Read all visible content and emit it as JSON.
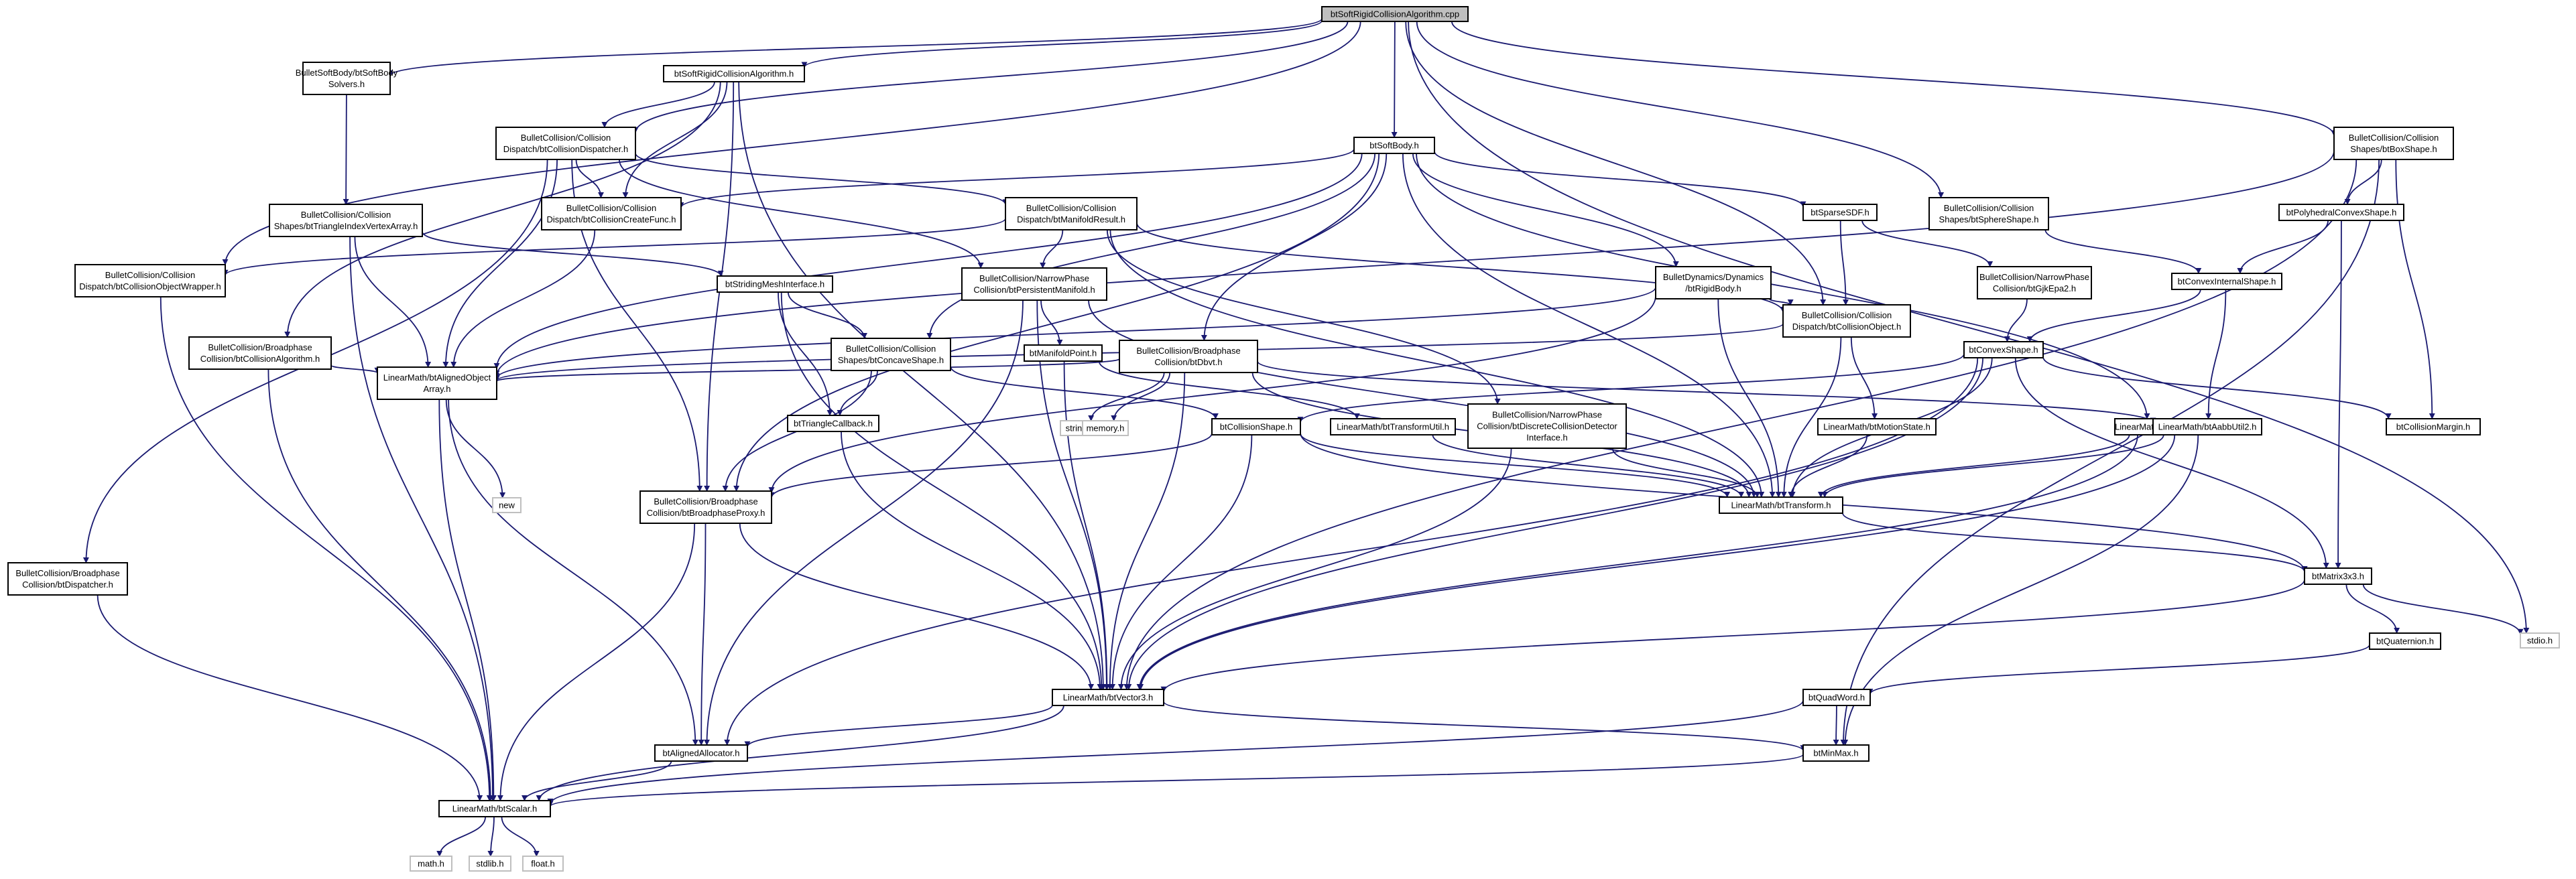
{
  "graph": {
    "root": "btSoftRigidCollisionAlgorithm.cpp",
    "edge_color": "#191970",
    "root_fill": "#bfbfbf",
    "system_header_border": "#bfbfbf",
    "nodes": [
      {
        "id": "root",
        "lines": [
          "btSoftRigidCollisionAlgorithm.cpp"
        ],
        "kind": "root"
      },
      {
        "id": "softBodySolvers",
        "lines": [
          "BulletSoftBody/btSoftBody",
          "Solvers.h"
        ]
      },
      {
        "id": "softRigidAlgoH",
        "lines": [
          "btSoftRigidCollisionAlgorithm.h"
        ]
      },
      {
        "id": "softBody",
        "lines": [
          "btSoftBody.h"
        ]
      },
      {
        "id": "sphereShape",
        "lines": [
          "BulletCollision/Collision",
          "Shapes/btSphereShape.h"
        ]
      },
      {
        "id": "boxShape",
        "lines": [
          "BulletCollision/Collision",
          "Shapes/btBoxShape.h"
        ]
      },
      {
        "id": "objWrapper",
        "lines": [
          "BulletCollision/Collision",
          "Dispatch/btCollisionObjectWrapper.h"
        ]
      },
      {
        "id": "collDispatcher",
        "lines": [
          "BulletCollision/Collision",
          "Dispatch/btCollisionDispatcher.h"
        ]
      },
      {
        "id": "triIndexArray",
        "lines": [
          "BulletCollision/Collision",
          "Shapes/btTriangleIndexVertexArray.h"
        ]
      },
      {
        "id": "createFunc",
        "lines": [
          "BulletCollision/Collision",
          "Dispatch/btCollisionCreateFunc.h"
        ]
      },
      {
        "id": "manifoldResult",
        "lines": [
          "BulletCollision/Collision",
          "Dispatch/btManifoldResult.h"
        ]
      },
      {
        "id": "sparseSDF",
        "lines": [
          "btSparseSDF.h"
        ]
      },
      {
        "id": "polyConvex",
        "lines": [
          "btPolyhedralConvexShape.h"
        ]
      },
      {
        "id": "stridingMesh",
        "lines": [
          "btStridingMeshInterface.h"
        ]
      },
      {
        "id": "persistentManifold",
        "lines": [
          "BulletCollision/NarrowPhase",
          "Collision/btPersistentManifold.h"
        ]
      },
      {
        "id": "rigidBody",
        "lines": [
          "BulletDynamics/Dynamics",
          "/btRigidBody.h"
        ]
      },
      {
        "id": "gjkEpa2",
        "lines": [
          "BulletCollision/NarrowPhase",
          "Collision/btGjkEpa2.h"
        ]
      },
      {
        "id": "convexInternal",
        "lines": [
          "btConvexInternalShape.h"
        ]
      },
      {
        "id": "bpCollAlgo",
        "lines": [
          "BulletCollision/Broadphase",
          "Collision/btCollisionAlgorithm.h"
        ]
      },
      {
        "id": "concaveShape",
        "lines": [
          "BulletCollision/Collision",
          "Shapes/btConcaveShape.h"
        ]
      },
      {
        "id": "manifoldPoint",
        "lines": [
          "btManifoldPoint.h"
        ]
      },
      {
        "id": "dbvt",
        "lines": [
          "BulletCollision/Broadphase",
          "Collision/btDbvt.h"
        ]
      },
      {
        "id": "collObject",
        "lines": [
          "BulletCollision/Collision",
          "Dispatch/btCollisionObject.h"
        ]
      },
      {
        "id": "convexShape",
        "lines": [
          "btConvexShape.h"
        ]
      },
      {
        "id": "alignedObjArray",
        "lines": [
          "LinearMath/btAlignedObject",
          "Array.h"
        ]
      },
      {
        "id": "triCallback",
        "lines": [
          "btTriangleCallback.h"
        ]
      },
      {
        "id": "stringH",
        "lines": [
          "string.h"
        ],
        "kind": "system"
      },
      {
        "id": "memoryH",
        "lines": [
          "memory.h"
        ],
        "kind": "system"
      },
      {
        "id": "collShape",
        "lines": [
          "btCollisionShape.h"
        ]
      },
      {
        "id": "transformUtil",
        "lines": [
          "LinearMath/btTransformUtil.h"
        ]
      },
      {
        "id": "discreteDetector",
        "lines": [
          "BulletCollision/NarrowPhase",
          "Collision/btDiscreteCollisionDetector",
          "Interface.h"
        ]
      },
      {
        "id": "motionState",
        "lines": [
          "LinearMath/btMotionState.h"
        ]
      },
      {
        "id": "debugDraw",
        "lines": [
          "LinearMath/btIDebugDraw.h"
        ]
      },
      {
        "id": "aabbUtil",
        "lines": [
          "LinearMath/btAabbUtil2.h"
        ]
      },
      {
        "id": "collMargin",
        "lines": [
          "btCollisionMargin.h"
        ]
      },
      {
        "id": "newH",
        "lines": [
          "new"
        ],
        "kind": "system"
      },
      {
        "id": "bpProxy",
        "lines": [
          "BulletCollision/Broadphase",
          "Collision/btBroadphaseProxy.h"
        ]
      },
      {
        "id": "transformH",
        "lines": [
          "LinearMath/btTransform.h"
        ]
      },
      {
        "id": "bpDispatcher",
        "lines": [
          "BulletCollision/Broadphase",
          "Collision/btDispatcher.h"
        ]
      },
      {
        "id": "matrix3x3",
        "lines": [
          "btMatrix3x3.h"
        ]
      },
      {
        "id": "stdioH",
        "lines": [
          "stdio.h"
        ],
        "kind": "system"
      },
      {
        "id": "quaternion",
        "lines": [
          "btQuaternion.h"
        ]
      },
      {
        "id": "vector3",
        "lines": [
          "LinearMath/btVector3.h"
        ]
      },
      {
        "id": "quadWord",
        "lines": [
          "btQuadWord.h"
        ]
      },
      {
        "id": "alignedAlloc",
        "lines": [
          "btAlignedAllocator.h"
        ]
      },
      {
        "id": "minMax",
        "lines": [
          "btMinMax.h"
        ]
      },
      {
        "id": "scalar",
        "lines": [
          "LinearMath/btScalar.h"
        ]
      },
      {
        "id": "mathH",
        "lines": [
          "math.h"
        ],
        "kind": "system"
      },
      {
        "id": "stdlibH",
        "lines": [
          "stdlib.h"
        ],
        "kind": "system"
      },
      {
        "id": "floatH",
        "lines": [
          "float.h"
        ],
        "kind": "system"
      }
    ],
    "edges": [
      [
        "root",
        "softBodySolvers"
      ],
      [
        "root",
        "softRigidAlgoH"
      ],
      [
        "root",
        "softBody"
      ],
      [
        "root",
        "sphereShape"
      ],
      [
        "root",
        "boxShape"
      ],
      [
        "root",
        "objWrapper"
      ],
      [
        "root",
        "collDispatcher"
      ],
      [
        "root",
        "stdioH"
      ],
      [
        "root",
        "collObject"
      ],
      [
        "softBodySolvers",
        "triIndexArray"
      ],
      [
        "softRigidAlgoH",
        "collDispatcher"
      ],
      [
        "softRigidAlgoH",
        "createFunc"
      ],
      [
        "softRigidAlgoH",
        "bpCollAlgo"
      ],
      [
        "softRigidAlgoH",
        "bpProxy"
      ],
      [
        "softRigidAlgoH",
        "vector3"
      ],
      [
        "collDispatcher",
        "createFunc"
      ],
      [
        "collDispatcher",
        "alignedObjArray"
      ],
      [
        "collDispatcher",
        "bpDispatcher"
      ],
      [
        "collDispatcher",
        "bpProxy"
      ],
      [
        "collDispatcher",
        "manifoldResult"
      ],
      [
        "collDispatcher",
        "persistentManifold"
      ],
      [
        "softBody",
        "createFunc"
      ],
      [
        "softBody",
        "alignedObjArray"
      ],
      [
        "softBody",
        "sparseSDF"
      ],
      [
        "softBody",
        "rigidBody"
      ],
      [
        "softBody",
        "dbvt"
      ],
      [
        "softBody",
        "concaveShape"
      ],
      [
        "softBody",
        "debugDraw"
      ],
      [
        "softBody",
        "transformH"
      ],
      [
        "softBody",
        "bpProxy"
      ],
      [
        "triIndexArray",
        "stridingMesh"
      ],
      [
        "triIndexArray",
        "alignedObjArray"
      ],
      [
        "triIndexArray",
        "scalar"
      ],
      [
        "createFunc",
        "alignedObjArray"
      ],
      [
        "manifoldResult",
        "persistentManifold"
      ],
      [
        "manifoldResult",
        "collObject"
      ],
      [
        "manifoldResult",
        "discreteDetector"
      ],
      [
        "manifoldResult",
        "objWrapper"
      ],
      [
        "manifoldResult",
        "transformH"
      ],
      [
        "sparseSDF",
        "collObject"
      ],
      [
        "sparseSDF",
        "gjkEpa2"
      ],
      [
        "sphereShape",
        "convexInternal"
      ],
      [
        "boxShape",
        "polyConvex"
      ],
      [
        "boxShape",
        "collMargin"
      ],
      [
        "boxShape",
        "vector3"
      ],
      [
        "boxShape",
        "minMax"
      ],
      [
        "boxShape",
        "alignedObjArray"
      ],
      [
        "polyConvex",
        "convexInternal"
      ],
      [
        "polyConvex",
        "matrix3x3"
      ],
      [
        "convexInternal",
        "convexShape"
      ],
      [
        "convexInternal",
        "aabbUtil"
      ],
      [
        "gjkEpa2",
        "convexShape"
      ],
      [
        "convexShape",
        "collShape"
      ],
      [
        "convexShape",
        "collMargin"
      ],
      [
        "convexShape",
        "transformH"
      ],
      [
        "convexShape",
        "matrix3x3"
      ],
      [
        "convexShape",
        "vector3"
      ],
      [
        "convexShape",
        "alignedAlloc"
      ],
      [
        "stridingMesh",
        "triCallback"
      ],
      [
        "stridingMesh",
        "concaveShape"
      ],
      [
        "stridingMesh",
        "vector3"
      ],
      [
        "persistentManifold",
        "manifoldPoint"
      ],
      [
        "persistentManifold",
        "vector3"
      ],
      [
        "persistentManifold",
        "transformH"
      ],
      [
        "persistentManifold",
        "alignedAlloc"
      ],
      [
        "rigidBody",
        "collObject"
      ],
      [
        "rigidBody",
        "transformH"
      ],
      [
        "rigidBody",
        "alignedObjArray"
      ],
      [
        "rigidBody",
        "bpProxy"
      ],
      [
        "concaveShape",
        "triCallback"
      ],
      [
        "concaveShape",
        "collShape"
      ],
      [
        "concaveShape",
        "bpProxy"
      ],
      [
        "manifoldPoint",
        "vector3"
      ],
      [
        "manifoldPoint",
        "transformUtil"
      ],
      [
        "dbvt",
        "alignedObjArray"
      ],
      [
        "dbvt",
        "vector3"
      ],
      [
        "dbvt",
        "transformH"
      ],
      [
        "dbvt",
        "aabbUtil"
      ],
      [
        "dbvt",
        "stringH"
      ],
      [
        "dbvt",
        "memoryH"
      ],
      [
        "collObject",
        "transformH"
      ],
      [
        "collObject",
        "motionState"
      ],
      [
        "collObject",
        "alignedObjArray"
      ],
      [
        "objWrapper",
        "scalar"
      ],
      [
        "bpCollAlgo",
        "alignedObjArray"
      ],
      [
        "bpCollAlgo",
        "scalar"
      ],
      [
        "alignedObjArray",
        "newH"
      ],
      [
        "alignedObjArray",
        "alignedAlloc"
      ],
      [
        "alignedObjArray",
        "scalar"
      ],
      [
        "triCallback",
        "vector3"
      ],
      [
        "collShape",
        "transformH"
      ],
      [
        "collShape",
        "vector3"
      ],
      [
        "collShape",
        "matrix3x3"
      ],
      [
        "collShape",
        "bpProxy"
      ],
      [
        "transformUtil",
        "transformH"
      ],
      [
        "discreteDetector",
        "transformH"
      ],
      [
        "discreteDetector",
        "vector3"
      ],
      [
        "motionState",
        "transformH"
      ],
      [
        "debugDraw",
        "transformH"
      ],
      [
        "debugDraw",
        "vector3"
      ],
      [
        "aabbUtil",
        "transformH"
      ],
      [
        "aabbUtil",
        "vector3"
      ],
      [
        "aabbUtil",
        "minMax"
      ],
      [
        "bpProxy",
        "vector3"
      ],
      [
        "bpProxy",
        "alignedAlloc"
      ],
      [
        "bpProxy",
        "scalar"
      ],
      [
        "transformH",
        "matrix3x3"
      ],
      [
        "bpDispatcher",
        "scalar"
      ],
      [
        "matrix3x3",
        "vector3"
      ],
      [
        "matrix3x3",
        "quaternion"
      ],
      [
        "matrix3x3",
        "stdioH"
      ],
      [
        "quaternion",
        "quadWord"
      ],
      [
        "quadWord",
        "scalar"
      ],
      [
        "quadWord",
        "minMax"
      ],
      [
        "vector3",
        "scalar"
      ],
      [
        "vector3",
        "minMax"
      ],
      [
        "vector3",
        "alignedAlloc"
      ],
      [
        "alignedAlloc",
        "scalar"
      ],
      [
        "minMax",
        "scalar"
      ],
      [
        "scalar",
        "mathH"
      ],
      [
        "scalar",
        "stdlibH"
      ],
      [
        "scalar",
        "floatH"
      ]
    ]
  }
}
